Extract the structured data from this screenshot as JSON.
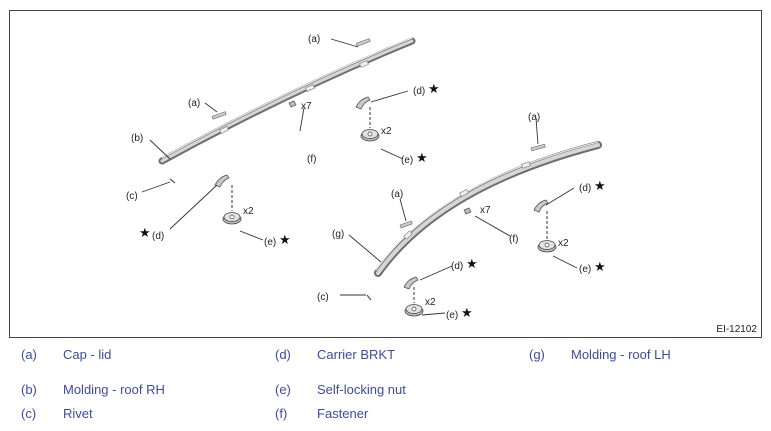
{
  "diagram": {
    "figure_id": "EI-12102",
    "callouts": {
      "a": "(a)",
      "b": "(b)",
      "c": "(c)",
      "d": "(d)",
      "e": "(e)",
      "f": "(f)",
      "g": "(g)"
    },
    "quantities": {
      "x7": "x7",
      "x2": "x2"
    },
    "star_symbol": "★"
  },
  "legend": [
    {
      "code": "(a)",
      "text": "Cap - lid"
    },
    {
      "code": "(b)",
      "text": "Molding - roof RH"
    },
    {
      "code": "(c)",
      "text": "Rivet"
    },
    {
      "code": "(d)",
      "text": "Carrier BRKT"
    },
    {
      "code": "(e)",
      "text": "Self-locking nut"
    },
    {
      "code": "(f)",
      "text": "Fastener"
    },
    {
      "code": "(g)",
      "text": "Molding - roof LH"
    }
  ]
}
